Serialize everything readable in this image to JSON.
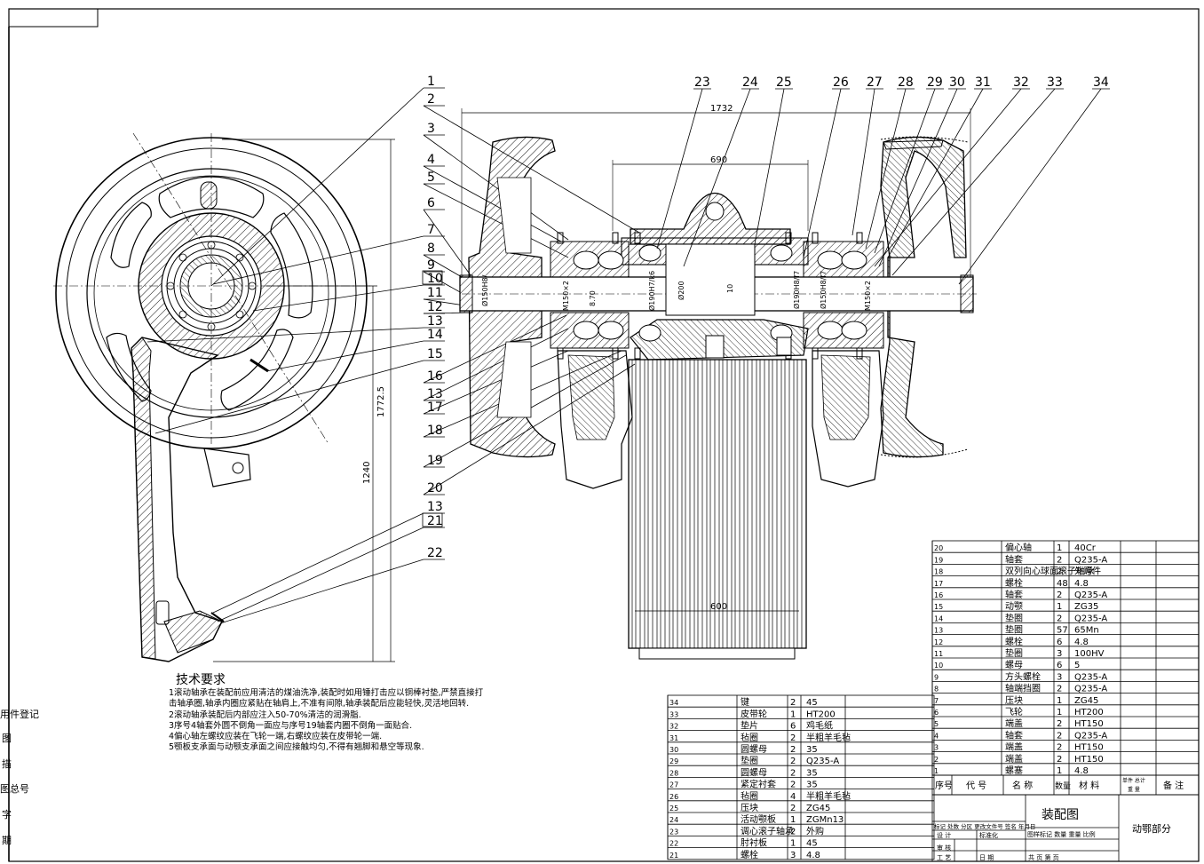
{
  "tech": {
    "title": "技术要求",
    "items": [
      "1滚动轴承在装配前应用清洁的煤油洗净,装配时如用锤打击应以铜棒衬垫,严禁直接打",
      "  击轴承圈,轴承内圈应紧贴在轴肩上,不准有间隙,轴承装配后应能轻快,灵活地回转.",
      "2滚动轴承装配后内部应注入50-70%清洁的润滑脂.",
      "3序号4轴套外圆不倒角一面应与序号19轴套内圈不倒角一面贴合.",
      "4偏心轴左螺纹应装在飞轮一端,右螺纹应装在皮带轮一端.",
      "5颚板支承面与动颚支承面之间应接触均匀,不得有翘脚和悬空等现象."
    ]
  },
  "left_margin": [
    "用件登记",
    "图",
    "描",
    "图总号",
    "字",
    "期"
  ],
  "balloons_left": [
    "1",
    "2",
    "3",
    "4",
    "5",
    "6",
    "7",
    "8",
    "9",
    "10",
    "11",
    "12",
    "13",
    "14",
    "15",
    "16",
    "13",
    "17",
    "18",
    "19",
    "20",
    "13",
    "21",
    "22"
  ],
  "balloons_top": [
    "23",
    "24",
    "25",
    "26",
    "27",
    "28",
    "29",
    "30",
    "31",
    "32",
    "33",
    "34"
  ],
  "dims": {
    "d1732": "1732",
    "d690": "690",
    "d600": "600",
    "d1772": "1772.5",
    "d1240": "1240",
    "f1": "Ø150H8/",
    "f2": "M150×2",
    "f3": "Ø190H7/k6",
    "f4": "Ø190H8/f7",
    "f5": "M150×2",
    "f6": "Ø150H8/f7",
    "f7": "Ø200",
    "f8": "10",
    "f9": "8.70"
  },
  "bom_right": [
    [
      "20",
      "偏心轴",
      "1",
      "40Cr"
    ],
    [
      "19",
      "轴套",
      "2",
      "Q235-A"
    ],
    [
      "18",
      "双列向心球面滚子轴承",
      "2",
      "外购件"
    ],
    [
      "17",
      "螺栓",
      "48",
      "4.8"
    ],
    [
      "16",
      "轴套",
      "2",
      "Q235-A"
    ],
    [
      "15",
      "动颚",
      "1",
      "ZG35"
    ],
    [
      "14",
      "垫圈",
      "2",
      "Q235-A"
    ],
    [
      "13",
      "垫圈",
      "57",
      "65Mn"
    ],
    [
      "12",
      "螺栓",
      "6",
      "4.8"
    ],
    [
      "11",
      "垫圈",
      "3",
      "100HV"
    ],
    [
      "10",
      "螺母",
      "6",
      "5"
    ],
    [
      "9",
      "方头螺栓",
      "3",
      "Q235-A"
    ],
    [
      "8",
      "轴端挡圈",
      "2",
      "Q235-A"
    ],
    [
      "7",
      "压块",
      "1",
      "ZG45"
    ],
    [
      "6",
      "飞轮",
      "1",
      "HT200"
    ],
    [
      "5",
      "端盖",
      "2",
      "HT150"
    ],
    [
      "4",
      "轴套",
      "2",
      "Q235-A"
    ],
    [
      "3",
      "端盖",
      "2",
      "HT150"
    ],
    [
      "2",
      "端盖",
      "2",
      "HT150"
    ],
    [
      "1",
      "螺塞",
      "1",
      "4.8"
    ]
  ],
  "bom_header": {
    "no": "序号",
    "code": "代  号",
    "name": "名   称",
    "qty": "数量",
    "mat": "材   料",
    "unit": "单件 总计",
    "weight": "重  量",
    "note": "备  注"
  },
  "bom_left": [
    [
      "34",
      "键",
      "2",
      "45"
    ],
    [
      "33",
      "皮带轮",
      "1",
      "HT200"
    ],
    [
      "32",
      "垫片",
      "6",
      "鸡毛纸"
    ],
    [
      "31",
      "毡圈",
      "2",
      "半粗羊毛毡"
    ],
    [
      "30",
      "圆螺母",
      "2",
      "35"
    ],
    [
      "29",
      "垫圈",
      "2",
      "Q235-A"
    ],
    [
      "28",
      "圆螺母",
      "2",
      "35"
    ],
    [
      "27",
      "紧定衬套",
      "2",
      "35"
    ],
    [
      "26",
      "毡圈",
      "4",
      "半粗羊毛毡"
    ],
    [
      "25",
      "压块",
      "2",
      "ZG45"
    ],
    [
      "24",
      "活动颚板",
      "1",
      "ZGMn13"
    ],
    [
      "23",
      "调心滚子轴承",
      "2",
      "外购"
    ],
    [
      "22",
      "肘衬板",
      "1",
      "45"
    ],
    [
      "21",
      "螺栓",
      "3",
      "4.8"
    ]
  ],
  "title_block": {
    "drawing_name": "装配图",
    "part_name": "动鄂部分",
    "row1": "标记 处数 分区 更改文件号 签名 年月日",
    "row2a": "设 计",
    "row2b": "标准化",
    "row2c": "图样标记 数量 重量 比例",
    "row3a": "审 核",
    "row3b": "工 艺",
    "row3c": "日 期",
    "row3d": "共   页 第   页"
  }
}
